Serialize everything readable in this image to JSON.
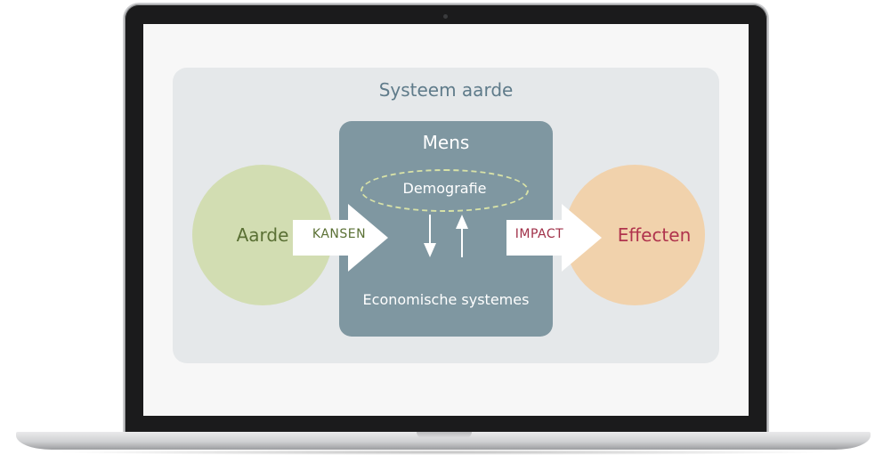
{
  "diagram": {
    "system_title": "Systeem aarde",
    "human_title": "Mens",
    "demographics_label": "Demografie",
    "economic_label": "Economische systemes",
    "left_node_label": "Aarde",
    "right_node_label": "Effecten",
    "left_arrow_label": "KANSEN",
    "right_arrow_label": "IMPACT"
  },
  "colors": {
    "panel": "#e5e8ea",
    "human_box": "#7f97a1",
    "earth_circle": "#d2ddb2",
    "effects_circle": "#f1d2ac",
    "accent_green": "#5a7034",
    "accent_red": "#b0344d",
    "title": "#5f7b8a"
  }
}
